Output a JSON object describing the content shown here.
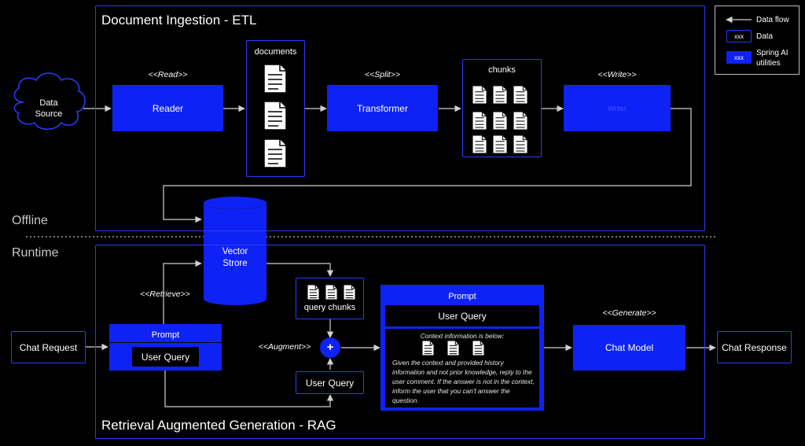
{
  "sections": {
    "etl_title": "Document Ingestion - ETL",
    "rag_title": "Retrieval Augmented Generation - RAG",
    "offline_label": "Offline",
    "runtime_label": "Runtime"
  },
  "legend": {
    "data_flow": "Data flow",
    "data_sample": "xxx",
    "data": "Data",
    "spring_sample": "xxx",
    "spring_line1": "Spring AI",
    "spring_line2": "utilities"
  },
  "etl": {
    "data_source_line1": "Data",
    "data_source_line2": "Source",
    "read_stereo": "<<Read>>",
    "reader": "Reader",
    "documents": "documents",
    "split_stereo": "<<Split>>",
    "transformer": "Transformer",
    "chunks": "chunks",
    "write_stereo": "<<Write>>",
    "writer": "Writer"
  },
  "vector_store": {
    "line1": "Vector",
    "line2": "Strore"
  },
  "rag": {
    "retrieve_stereo": "<<Retrieve>>",
    "chat_request": "Chat Request",
    "prompt_header": "Prompt",
    "user_query": "User Query",
    "query_chunks": "query chunks",
    "augment_stereo": "<<Augment>>",
    "plus": "+",
    "user_query_2": "User Query",
    "augmented_prompt_header": "Prompt",
    "augmented_user_query": "User Query",
    "context_info": "Context information is below:",
    "instruction": "Given the context and provided history information and not prior knowledge, reply to the user comment. If the answer is not in the context, inform the user that you can't answer the question.",
    "generate_stereo": "<<Generate>>",
    "chat_model": "Chat Model",
    "chat_response": "Chat Response"
  },
  "colors": {
    "accent_blue": "#0f22f5",
    "border_blue": "#2a3cff",
    "line": "#d0d0d0"
  }
}
